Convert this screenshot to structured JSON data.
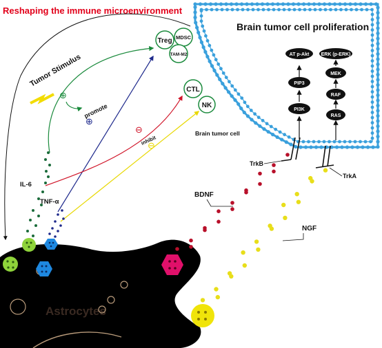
{
  "title": "Reshaping the immune microenvironment",
  "tumor_stimulus": "Tumor Stimulus",
  "brain_tumor": {
    "proliferation": "Brain tumor cell proliferation",
    "cell_label": "Brain tumor cell",
    "pathway_left": [
      "AT p-Akt",
      "PIP3",
      "PI3K"
    ],
    "pathway_right": [
      "ERK (p-ERK)",
      "MEK",
      "RAF",
      "RAS"
    ]
  },
  "immune": {
    "treg": "Treg",
    "mdsc": "MDSC",
    "tam": "TAM-M2",
    "ctl": "CTL",
    "nk": "NK"
  },
  "regulation": {
    "promote": "promote",
    "inhibit": "inhibit",
    "plus": "⊕",
    "minus": "⊖"
  },
  "cytokines": {
    "il6": "IL-6",
    "tnf": "TNF-α"
  },
  "receptors": {
    "trkb": "TrkB",
    "trka": "TrkA"
  },
  "ligands": {
    "bdnf": "BDNF",
    "ngf": "NGF"
  },
  "astrocytes": "Astrocytes",
  "colors": {
    "title_red": "#e2001a",
    "membrane_blue": "#3aa0dc",
    "green": "#1a8a3c",
    "navy": "#1f2a8c",
    "red": "#d01428",
    "yellow": "#f0e40a",
    "crimson": "#b8102a",
    "magenta": "#e0106a",
    "lime": "#8ed33a",
    "cyan": "#1e88e0"
  }
}
